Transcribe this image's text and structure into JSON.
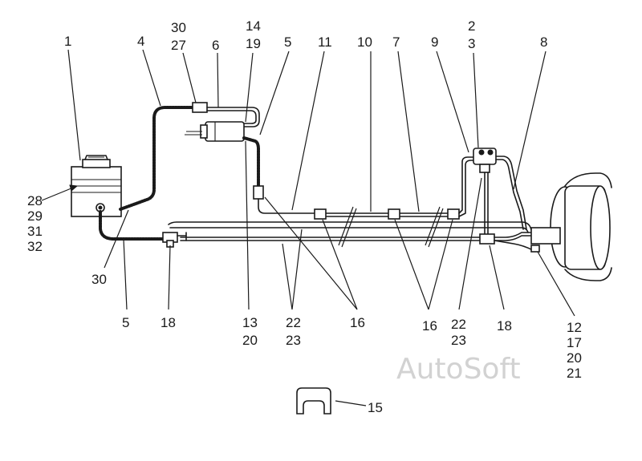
{
  "labels": {
    "l1": "1",
    "l4": "4",
    "l30a": "30",
    "l27": "27",
    "l6": "6",
    "l14": "14",
    "l19": "19",
    "l5a": "5",
    "l11": "11",
    "l10": "10",
    "l7": "7",
    "l9": "9",
    "l2": "2",
    "l3": "3",
    "l8": "8",
    "l28": "28",
    "l29": "29",
    "l31": "31",
    "l32": "32",
    "l30b": "30",
    "l5b": "5",
    "l18a": "18",
    "l13": "13",
    "l20a": "20",
    "l22a": "22",
    "l23a": "23",
    "l16a": "16",
    "l16b": "16",
    "l22b": "22",
    "l23b": "23",
    "l18b": "18",
    "l12": "12",
    "l17": "17",
    "l20b": "20",
    "l21": "21",
    "l15": "15"
  },
  "watermark": "AutoSoft"
}
